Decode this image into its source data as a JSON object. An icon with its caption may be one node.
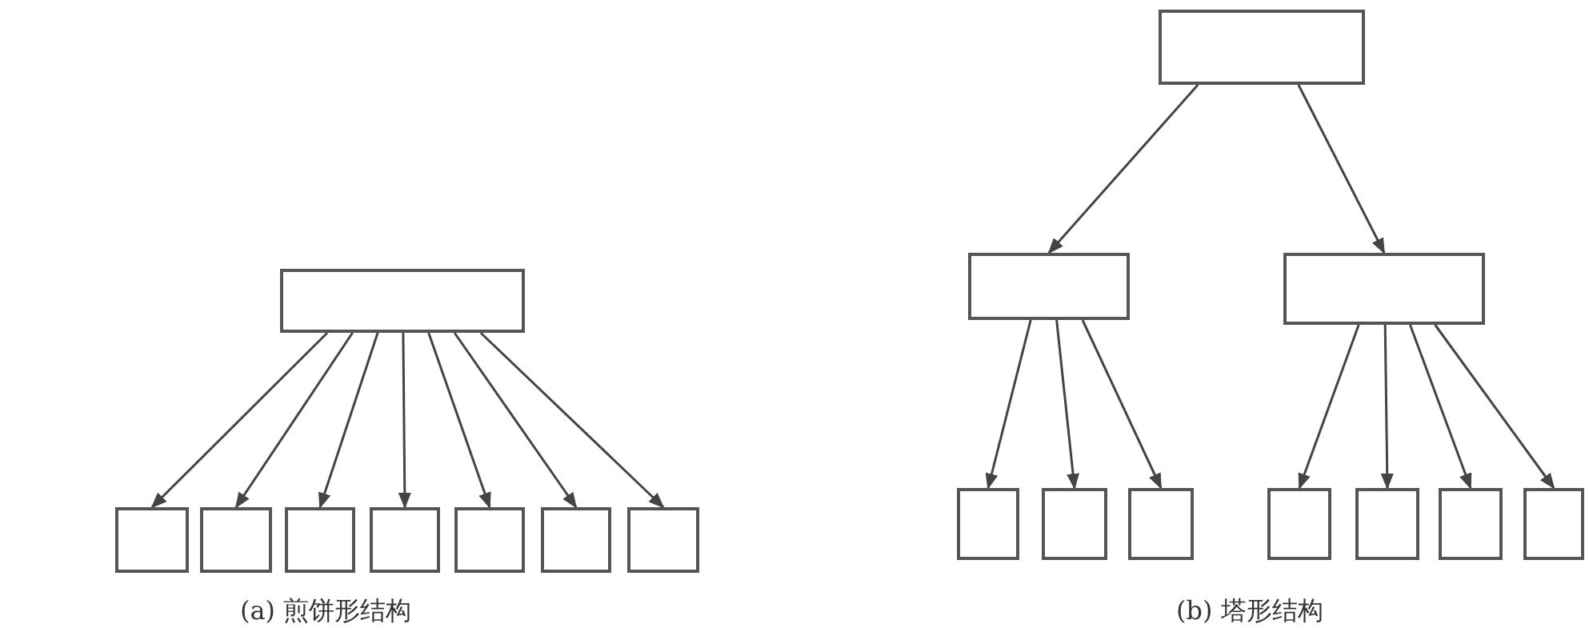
{
  "diagram": {
    "nodes": [
      {
        "text": [],
        "shape": "box"
      },
      {
        "text": [],
        "shape": "box"
      },
      {
        "text": [],
        "shape": "box"
      },
      {
        "text": [],
        "shape": "box"
      },
      {
        "text": [],
        "shape": "box"
      },
      {
        "text": [],
        "shape": "box"
      },
      {
        "text": [],
        "shape": "box"
      },
      {
        "text": [],
        "shape": "box"
      },
      {
        "text": [],
        "shape": "box"
      },
      {
        "text": [],
        "shape": "box"
      },
      {
        "text": [],
        "shape": "box"
      },
      {
        "text": [],
        "shape": "box"
      },
      {
        "text": [],
        "shape": "box"
      },
      {
        "text": [],
        "shape": "box"
      },
      {
        "text": [],
        "shape": "box"
      },
      {
        "text": [],
        "shape": "box"
      },
      {
        "text": [],
        "shape": "box"
      },
      {
        "text": [],
        "shape": "box"
      }
    ],
    "edges": [
      {
        "from": 0,
        "to": 1,
        "arrow": "to"
      },
      {
        "from": 0,
        "to": 2,
        "arrow": "to"
      },
      {
        "from": 0,
        "to": 3,
        "arrow": "to"
      },
      {
        "from": 0,
        "to": 4,
        "arrow": "to"
      },
      {
        "from": 0,
        "to": 5,
        "arrow": "to"
      },
      {
        "from": 0,
        "to": 6,
        "arrow": "to"
      },
      {
        "from": 0,
        "to": 7,
        "arrow": "to"
      },
      {
        "from": 8,
        "to": 9,
        "arrow": "to"
      },
      {
        "from": 8,
        "to": 10,
        "arrow": "to"
      },
      {
        "from": 9,
        "to": 11,
        "arrow": "to"
      },
      {
        "from": 9,
        "to": 12,
        "arrow": "to"
      },
      {
        "from": 9,
        "to": 13,
        "arrow": "to"
      },
      {
        "from": 10,
        "to": 14,
        "arrow": "to"
      },
      {
        "from": 10,
        "to": 15,
        "arrow": "to"
      },
      {
        "from": 10,
        "to": 16,
        "arrow": "to"
      },
      {
        "from": 10,
        "to": 17,
        "arrow": "to"
      }
    ],
    "labels": [
      "(a) 煎饼形结构",
      "(b) 塔形结构"
    ]
  }
}
